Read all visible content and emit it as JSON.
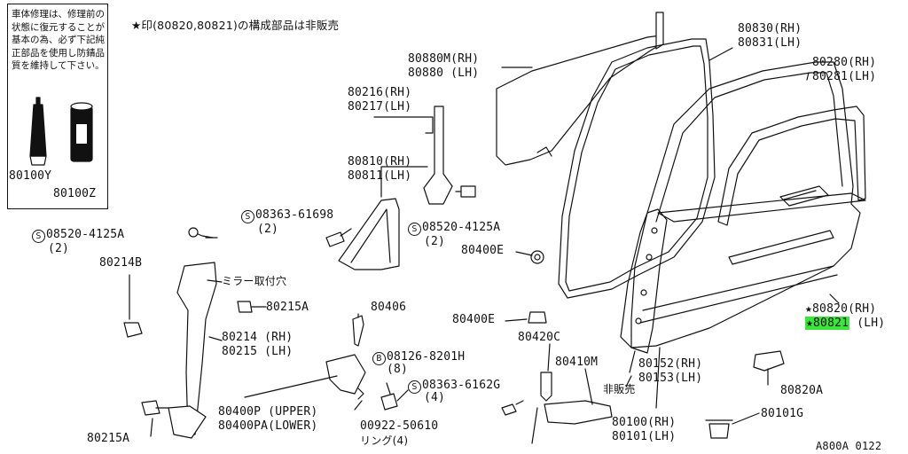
{
  "note": {
    "text": "車体修理は、修理前の状態に復元することが基本の為、必ず下記純正部品を使用し防錆品質を維持して下さい。",
    "part_left": "80100Y",
    "part_right": "80100Z"
  },
  "header_note": "★印(80820,80821)の構成部品は非販売",
  "labels": {
    "l80880m": "80880M(RH)",
    "l80880": "80880 (LH)",
    "l80830": "80830(RH)",
    "l80831": "80831(LH)",
    "l80280": "80280(RH)",
    "l80281": "80281(LH)",
    "l80216": "80216(RH)",
    "l80217": "80217(LH)",
    "l80810": "80810(RH)",
    "l80811": "80811(LH)",
    "s08363a": "08363-61698",
    "s08363a_qty": "(2)",
    "s08520r": "08520-4125A",
    "s08520r_qty": "(2)",
    "s08520l": "08520-4125A",
    "s08520l_qty": "(2)",
    "l80400e_top": "80400E",
    "l80214b": "80214B",
    "mirror_hole": "ミラー取付穴",
    "l80215a_top": "80215A",
    "l80406": "80406",
    "l80400e_mid": "80400E",
    "l80420c": "80420C",
    "l80214": "80214 (RH)",
    "l80215": "80215 (LH)",
    "b08126": "08126-8201H",
    "b08126_qty": "(8)",
    "s08363b": "08363-6162G",
    "s08363b_qty": "(4)",
    "l80410m": "80410M",
    "not_sold": "非販売",
    "l80400p": "80400P (UPPER)",
    "l80400pa": "80400PA(LOWER)",
    "l00922": "00922-50610",
    "ring": "リング(4)",
    "l80215a_bot": "80215A",
    "l80152": "80152(RH)",
    "l80153": "80153(LH)",
    "l80100": "80100(RH)",
    "l80101": "80101(LH)",
    "l80101g": "80101G",
    "l80820": "★80820(RH)",
    "l80821_code": "★80821",
    "l80821_side": "(LH)",
    "l80820a": "80820A",
    "ref": "A800A 0122",
    "s": "S",
    "b": "B"
  }
}
